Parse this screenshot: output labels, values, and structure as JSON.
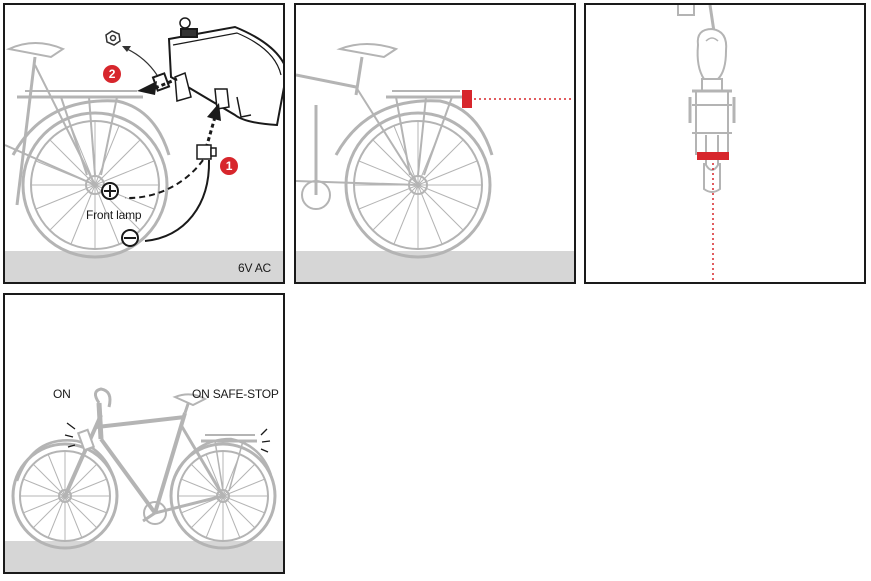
{
  "panel1": {
    "front_lamp_label": "Front lamp",
    "voltage_label": "6V AC",
    "step1_number": "1",
    "step2_number": "2"
  },
  "panel4": {
    "front_label": "ON",
    "rear_label": "ON SAFE-STOP"
  },
  "colors": {
    "accent_red": "#d7262c",
    "line_gray": "#b4b4b4",
    "ground_gray": "#d6d6d6",
    "ink": "#1a1a1a"
  }
}
